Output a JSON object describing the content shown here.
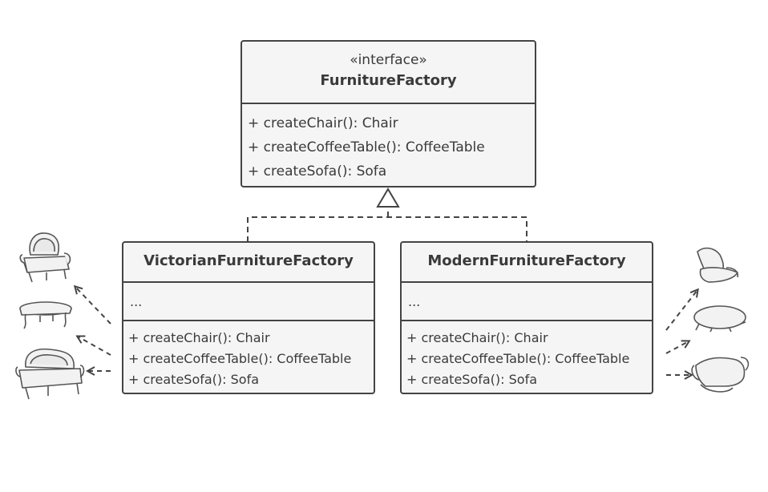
{
  "interface_box": {
    "stereotype": "«interface»",
    "title": "FurnitureFactory",
    "methods": [
      "+ createChair(): Chair",
      "+ createCoffeeTable(): CoffeeTable",
      "+ createSofa(): Sofa"
    ]
  },
  "victorian_box": {
    "title": "VictorianFurnitureFactory",
    "fields": "...",
    "methods": [
      "+ createChair(): Chair",
      "+ createCoffeeTable(): CoffeeTable",
      "+ createSofa(): Sofa"
    ]
  },
  "modern_box": {
    "title": "ModernFurnitureFactory",
    "fields": "...",
    "methods": [
      "+ createChair(): Chair",
      "+ createCoffeeTable(): CoffeeTable",
      "+ createSofa(): Sofa"
    ]
  },
  "icons": {
    "victorian": [
      "victorian-armchair-icon",
      "victorian-coffee-table-icon",
      "victorian-sofa-icon"
    ],
    "modern": [
      "modern-chair-icon",
      "modern-coffee-table-icon",
      "modern-sofa-icon"
    ]
  },
  "colors": {
    "line": "#444444",
    "box_fill": "#f5f5f5",
    "text": "#3a3a3a"
  }
}
